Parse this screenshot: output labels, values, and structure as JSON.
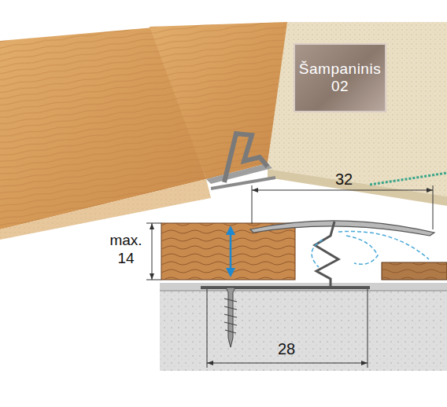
{
  "diagram": {
    "nodes": [
      {
        "text": [
          "Šampaninis 02"
        ]
      }
    ],
    "labels": [
      "32",
      "max. 14",
      "28"
    ]
  }
}
